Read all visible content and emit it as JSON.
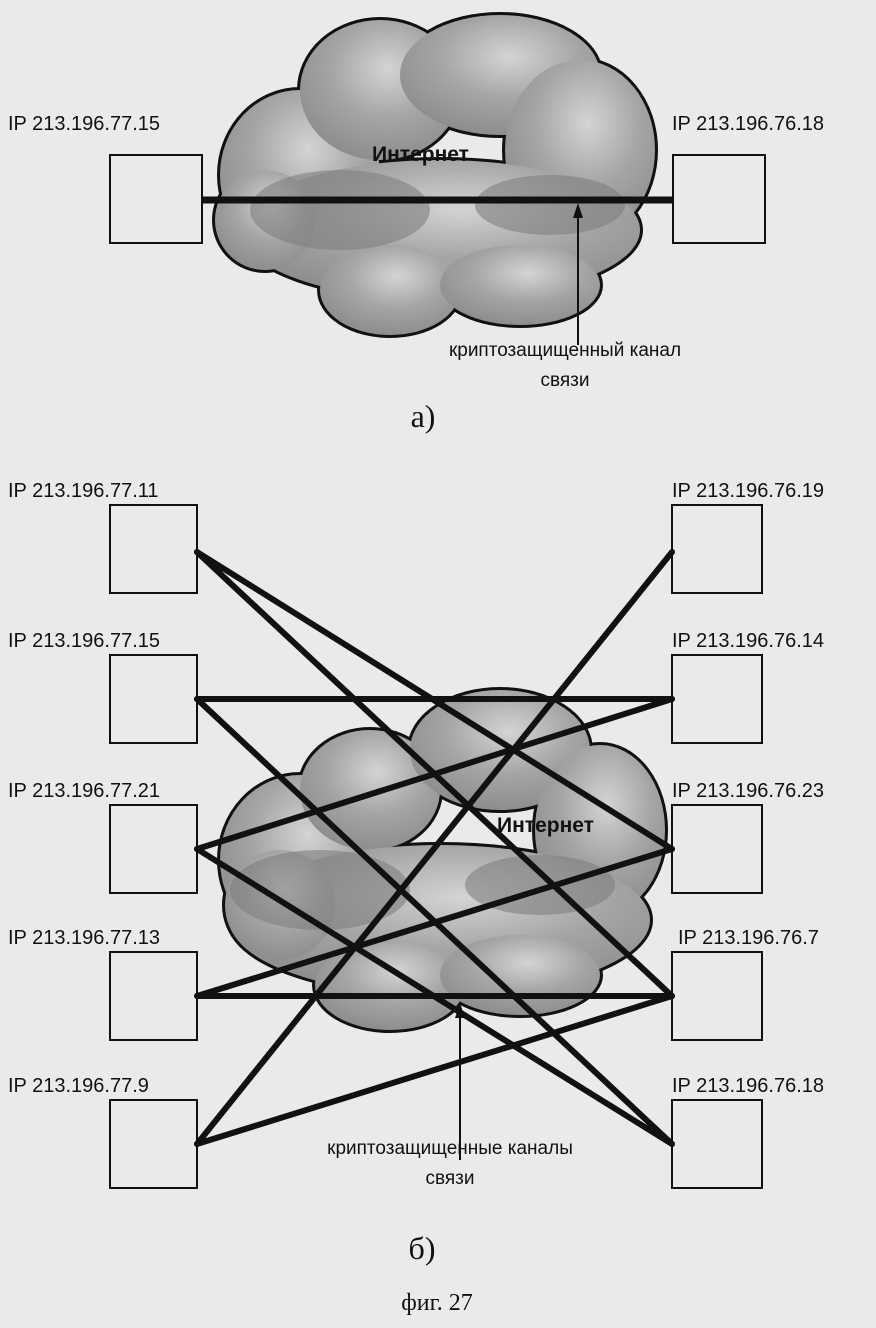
{
  "part_a": {
    "left_ip": "IP  213.196.77.15",
    "right_ip": "IP  213.196.76.18",
    "cloud_label": "Интернет",
    "channel_caption_line1": "криптозащищенный канал",
    "channel_caption_line2": "связи",
    "label": "а)"
  },
  "part_b": {
    "left_nodes": [
      "IP  213.196.77.11",
      "IP  213.196.77.15",
      "IP  213.196.77.21",
      "IP  213.196.77.13",
      "IP  213.196.77.9"
    ],
    "right_nodes": [
      "IP  213.196.76.19",
      "IP  213.196.76.14",
      "IP  213.196.76.23",
      "IP  213.196.76.7",
      "IP  213.196.76.18"
    ],
    "links": [
      [
        0,
        2
      ],
      [
        0,
        3
      ],
      [
        1,
        1
      ],
      [
        1,
        4
      ],
      [
        2,
        1
      ],
      [
        2,
        4
      ],
      [
        3,
        3
      ],
      [
        3,
        2
      ],
      [
        4,
        0
      ],
      [
        4,
        3
      ]
    ],
    "cloud_label": "Интернет",
    "channel_caption_line1": "криптозащищенные каналы",
    "channel_caption_line2": "связи",
    "label": "б)"
  },
  "figure_caption": "фиг. 27",
  "colors": {
    "line": "#111111",
    "cloud": "#9c9c9c",
    "background": "#eaeaea"
  }
}
